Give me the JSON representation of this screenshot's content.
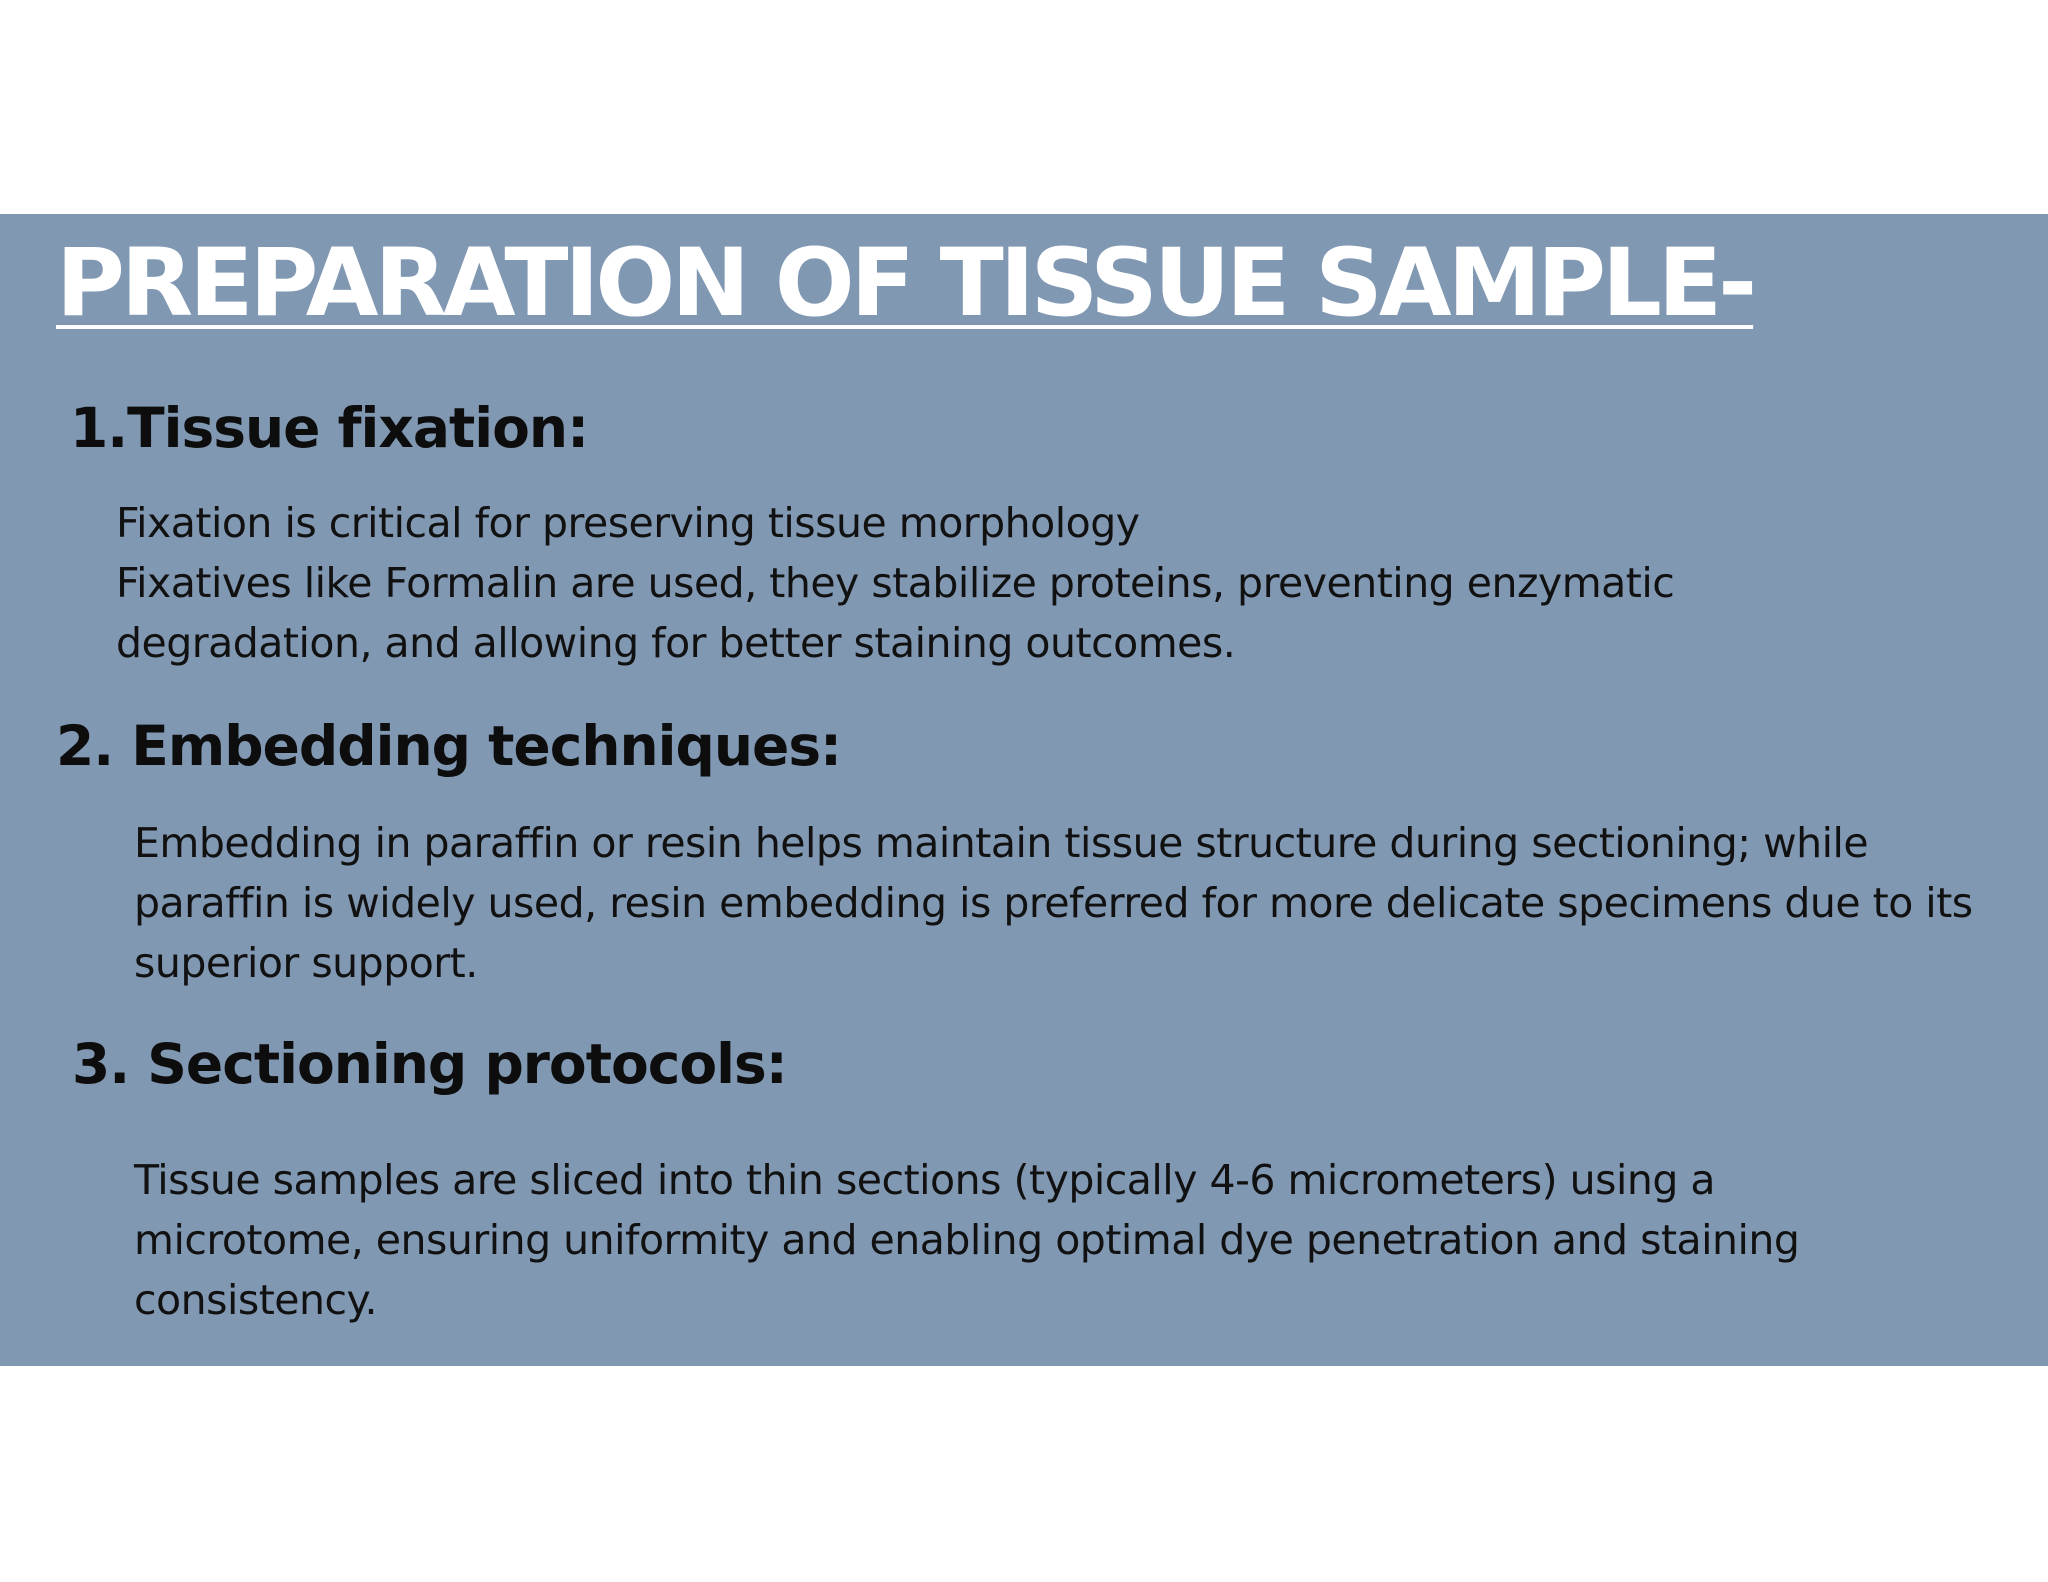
{
  "title": "PREPARATION OF TISSUE SAMPLE-",
  "sections": [
    {
      "heading": "1.Tissue fixation:",
      "lines": [
        "Fixation is critical for preserving tissue morphology",
        "Fixatives like Formalin are used, they stabilize proteins, preventing enzymatic",
        "degradation, and allowing for better staining outcomes."
      ]
    },
    {
      "heading": "2. Embedding techniques:",
      "lines": [
        "Embedding in paraffin or resin helps maintain tissue structure during sectioning; while",
        "paraffin is widely used, resin embedding is preferred for more delicate specimens due to its",
        "superior support."
      ]
    },
    {
      "heading": "3. Sectioning protocols:",
      "lines": [
        "Tissue samples are sliced into thin sections (typically 4-6 micrometers) using a",
        "microtome, ensuring uniformity and enabling optimal dye penetration and staining",
        "consistency."
      ]
    }
  ],
  "colors": {
    "band": "#8198b3",
    "title": "#ffffff",
    "text": "#111111"
  }
}
